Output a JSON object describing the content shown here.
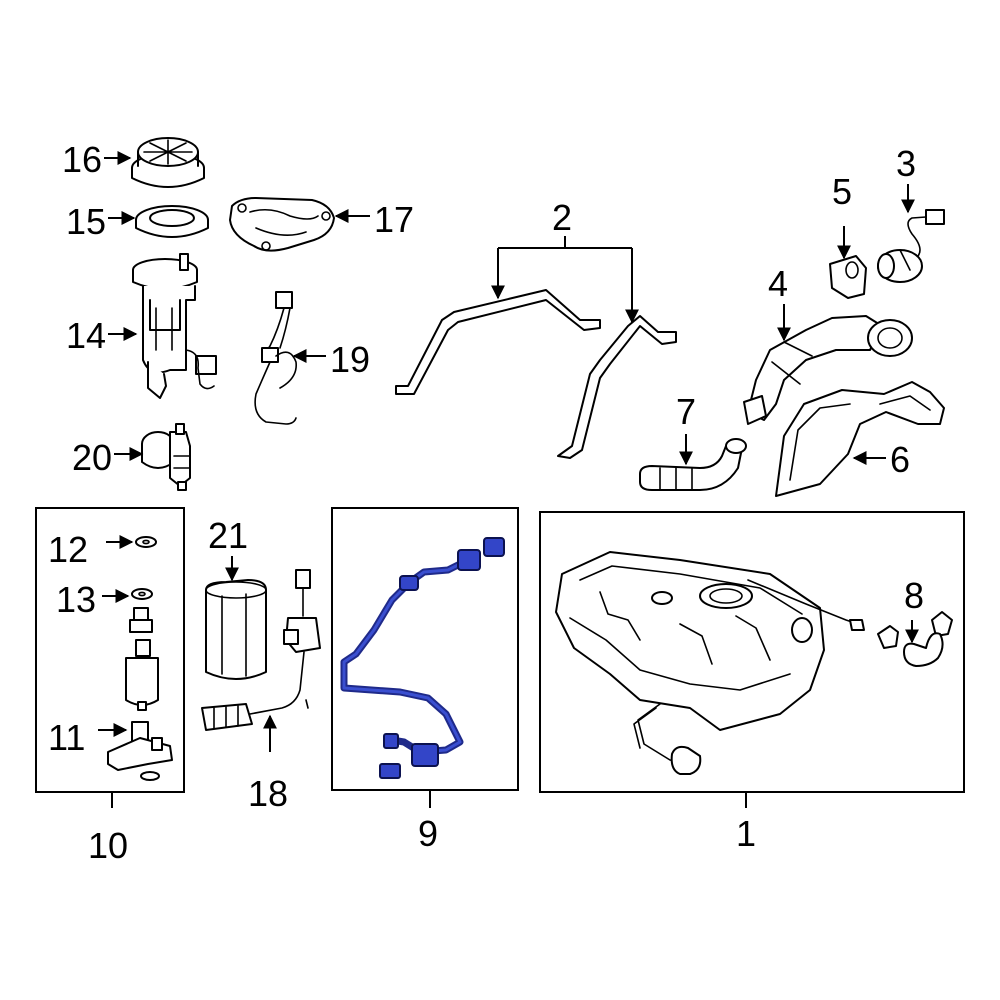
{
  "colors": {
    "highlight": "#3345c8",
    "highlight_dark": "#1f2a8a",
    "line": "#000000",
    "background": "#ffffff"
  },
  "callouts": {
    "c1": "1",
    "c2": "2",
    "c3": "3",
    "c4": "4",
    "c5": "5",
    "c6": "6",
    "c7": "7",
    "c8": "8",
    "c9": "9",
    "c10": "10",
    "c11": "11",
    "c12": "12",
    "c13": "13",
    "c14": "14",
    "c15": "15",
    "c16": "16",
    "c17": "17",
    "c18": "18",
    "c19": "19",
    "c20": "20",
    "c21": "21"
  },
  "highlighted_part": "9"
}
